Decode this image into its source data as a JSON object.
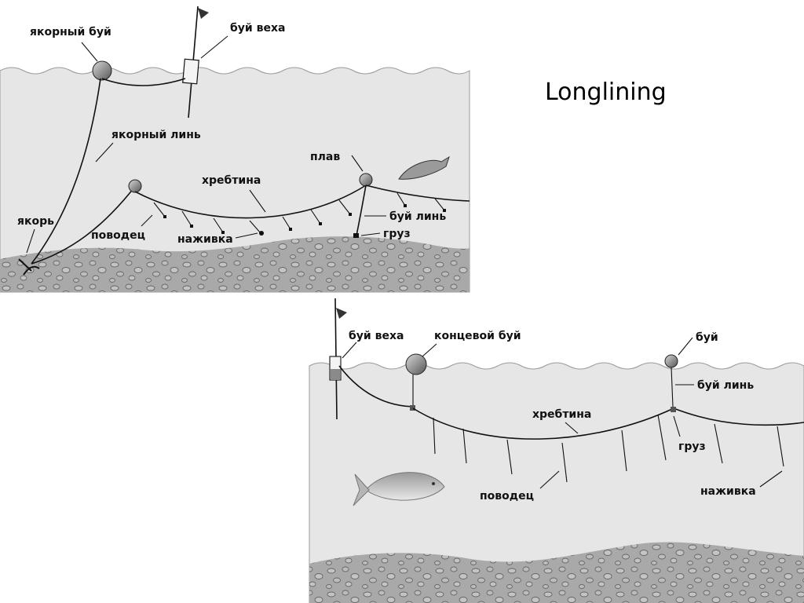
{
  "title": "Longlining",
  "diagram_top": {
    "labels": {
      "anchor_buoy": "якорный буй",
      "marker_buoy": "буй веха",
      "anchor_line": "якорный линь",
      "float": "плав",
      "mainline": "хребтина",
      "anchor": "якорь",
      "buoy_line": "буй линь",
      "branch_line": "поводец",
      "bait": "наживка",
      "weight": "груз"
    }
  },
  "diagram_bottom": {
    "labels": {
      "marker_buoy": "буй веха",
      "end_buoy": "концевой буй",
      "buoy": "буй",
      "buoy_line": "буй линь",
      "mainline": "хребтина",
      "weight": "груз",
      "branch_line": "поводец",
      "bait": "наживка"
    }
  },
  "colors": {
    "water": "#e6e6e6",
    "seabed": "#a9a9a9",
    "rocks": "#7a7a7a",
    "ink": "#111111"
  }
}
